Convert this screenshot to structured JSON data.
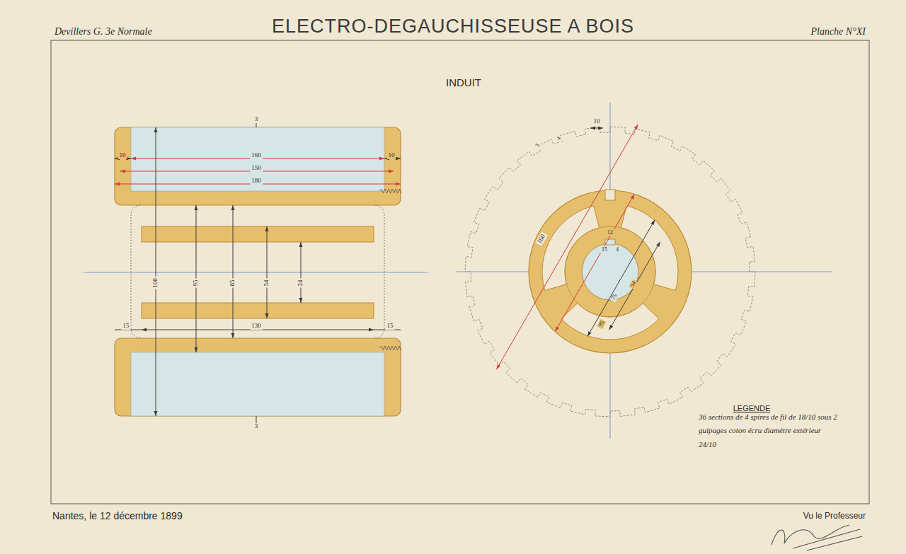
{
  "diagram": {
    "title": "ELECTRO-DEGAUCHISSEUSE A BOIS",
    "labels": [
      "Devillers G. 3e Normale",
      "Planche N°XI",
      "INDUIT",
      "3",
      "10",
      "160",
      "10",
      "150",
      "180",
      "160",
      "95",
      "85",
      "54",
      "24",
      "15",
      "130",
      "15",
      "3",
      "10",
      "3",
      "4",
      "160",
      "12",
      "15",
      "4",
      "54",
      "75",
      "95",
      "LEGENDE",
      "36 sections de 4 spires de fil de 18/10 sous 2 guipages coton écru diamètre extérieur 24/10",
      "Nantes, le 12 décembre 1899",
      "Vu le Professeur"
    ]
  }
}
